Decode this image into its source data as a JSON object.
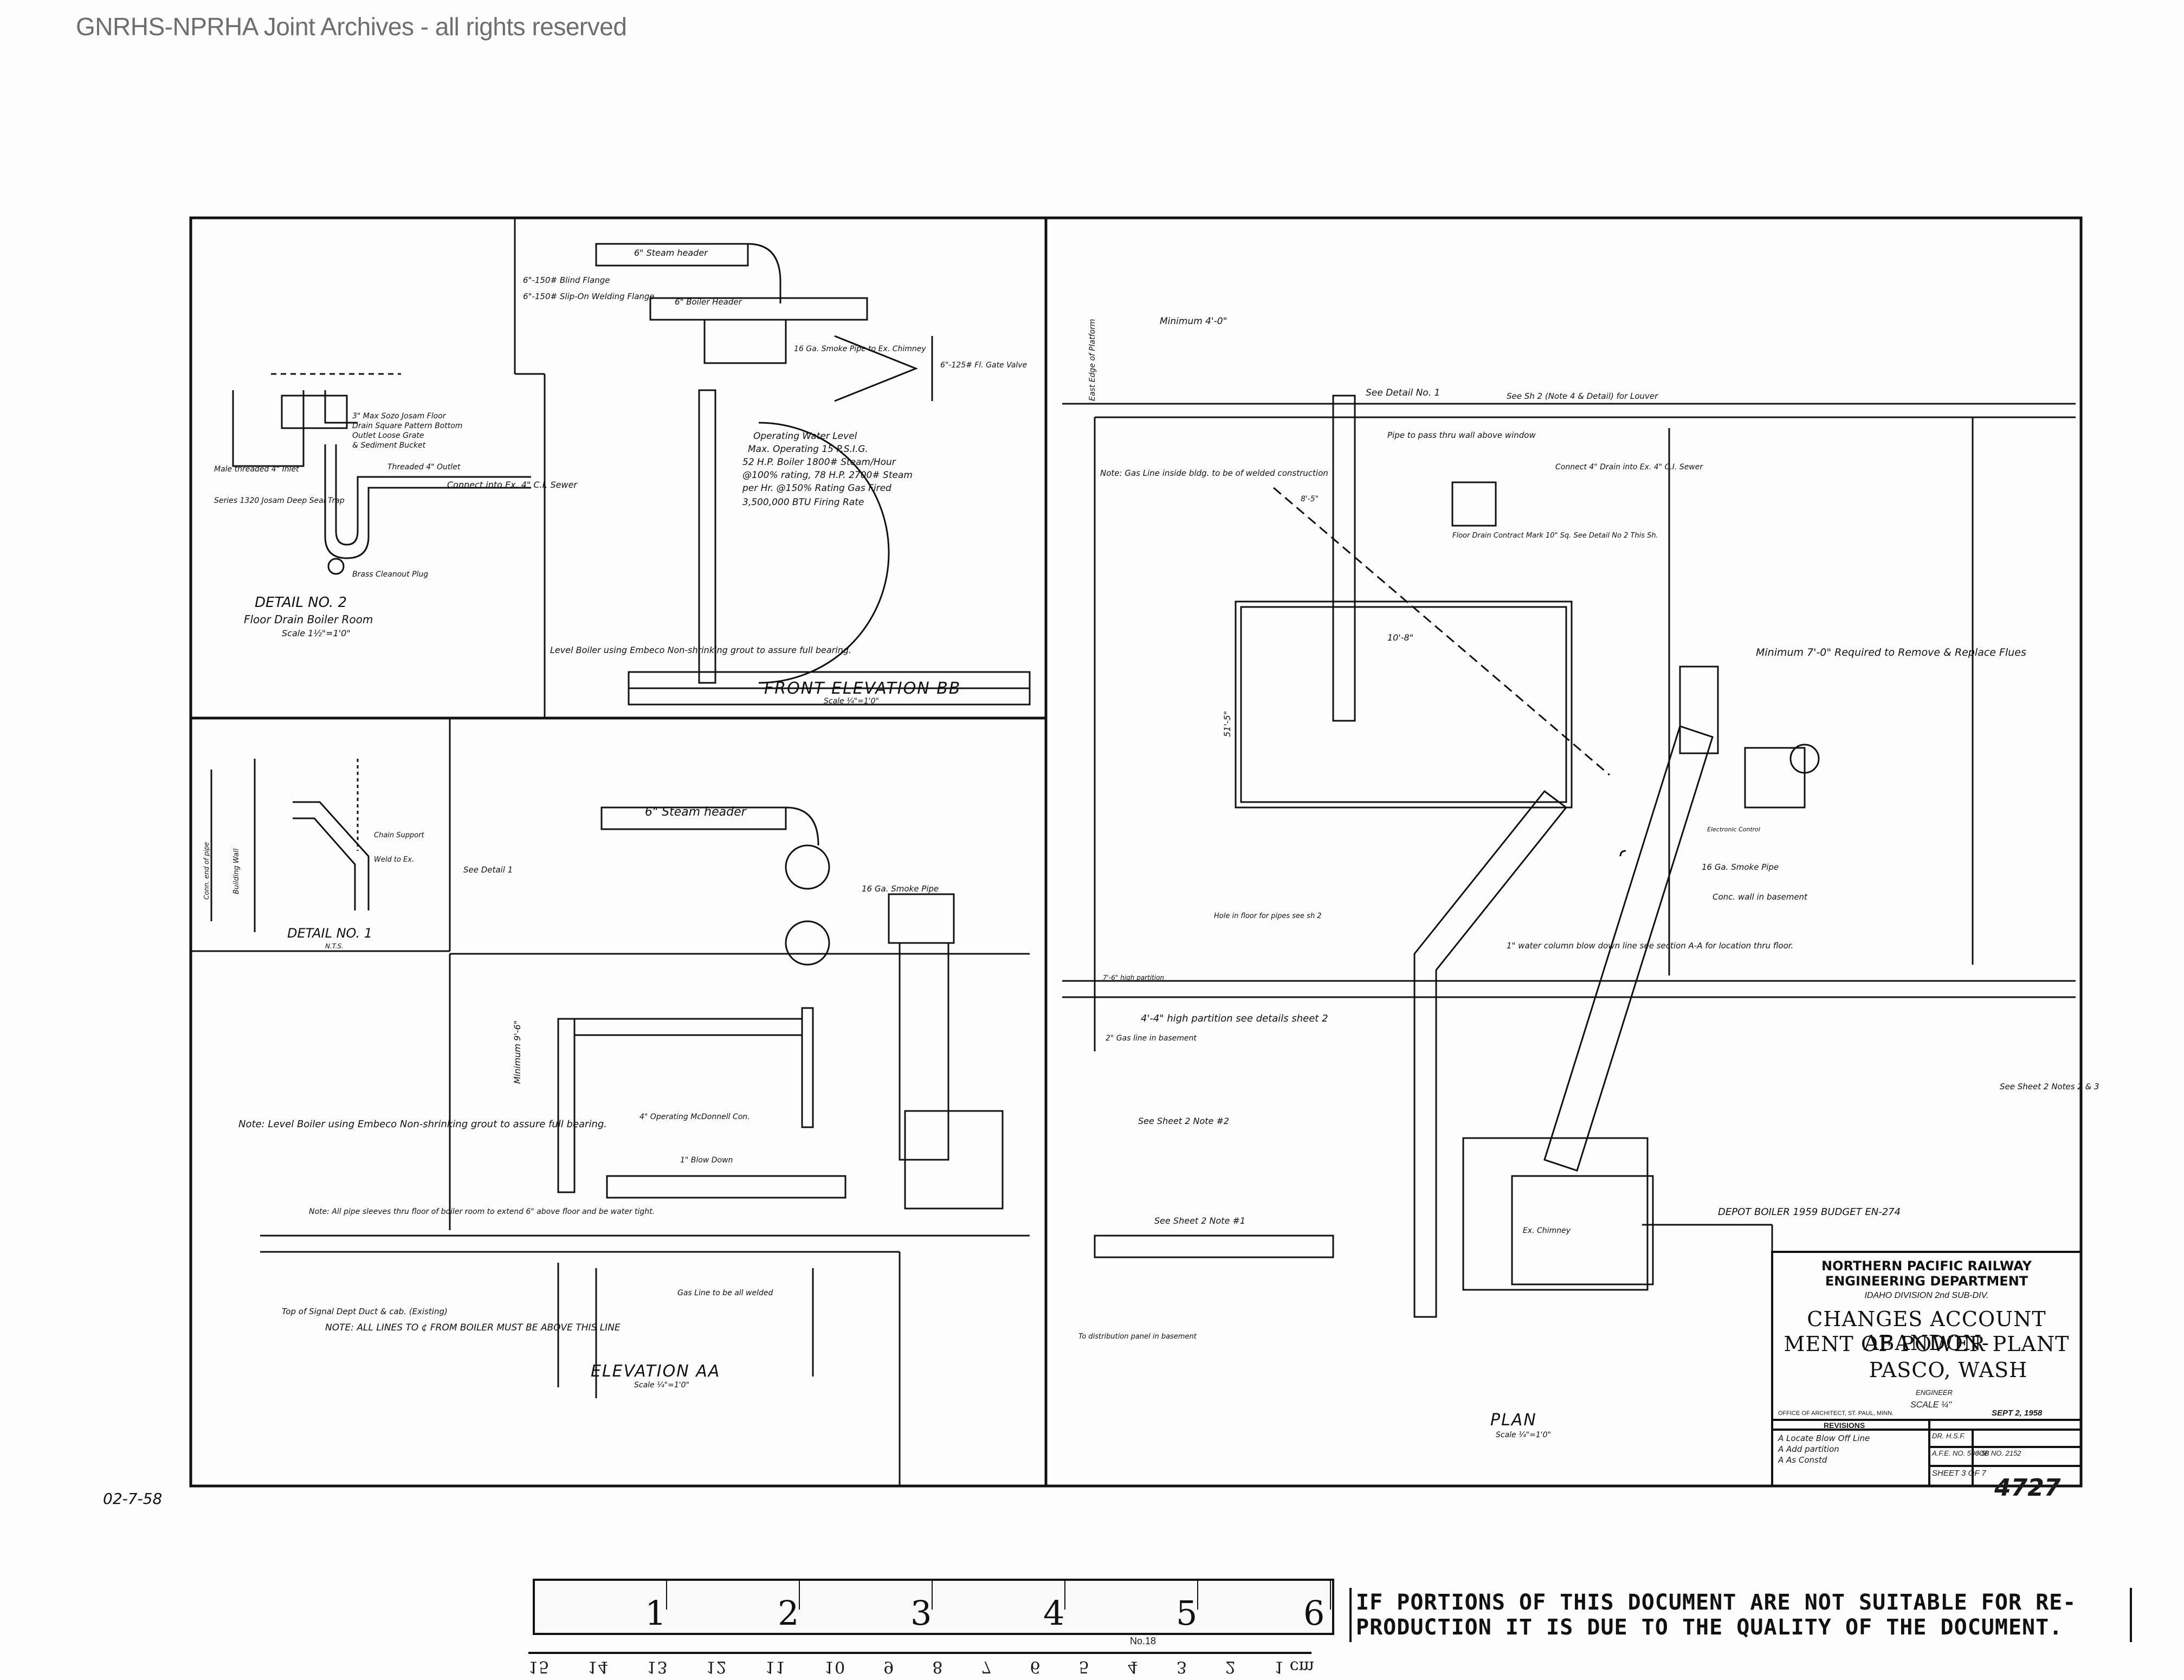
{
  "watermark": "GNRHS-NPRHA Joint Archives - all rights reserved",
  "detail2": {
    "title": "DETAIL NO. 2",
    "subtitle": "Floor Drain Boiler Room",
    "scale": "Scale 1½\"=1'0\"",
    "notes": [
      "3\" Max Sozo Josam Floor",
      "Drain Square Pattern Bottom",
      "Outlet Loose Grate",
      "& Sediment Bucket",
      "Male threaded 4\" Inlet",
      "Series 1320 Josam Deep Seal Trap",
      "Threaded 4\" Outlet",
      "Connect into Ex. 4\" C.I. Sewer",
      "Brass Cleanout Plug"
    ]
  },
  "front_elevation": {
    "title": "FRONT ELEVATION BB",
    "scale": "Scale ¼\"=1'0\"",
    "notes": [
      "6\" Steam header",
      "6\"-150# Blind Flange",
      "6\"-150# Slip-On Welding Flange",
      "6\" Boiler Header",
      "16 Ga. Smoke Pipe to Ex. Chimney",
      "6\"-125# Fl. Gate Valve",
      "Operating Water Level",
      "Max. Operating 15 P.S.I.G.",
      "52 H.P. Boiler 1800# Steam/Hour",
      "@100% rating, 78 H.P. 2700# Steam",
      "per Hr. @150% Rating Gas Fired",
      "3,500,000 BTU Firing Rate",
      "Level Boiler using Embeco Non-shrinking grout to assure full bearing."
    ]
  },
  "detail1": {
    "title": "DETAIL NO. 1",
    "scale": "N.T.S.",
    "notes": [
      "Chain Support",
      "Weld to Ex.",
      "Building Wall",
      "Conn. end of pipe"
    ]
  },
  "elevation_aa": {
    "title": "ELEVATION AA",
    "scale": "Scale ¼\"=1'0\"",
    "notes": [
      "6\" Steam header",
      "16 Ga. Smoke Pipe",
      "See Detail 1",
      "Minimum 9'-6\"",
      "1\" Blow Down",
      "4\" Operating McDonnell Con.",
      "Note: Level Boiler using Embeco Non-shrinking grout to assure full bearing.",
      "Note: All pipe sleeves thru floor of boiler room to extend 6\" above floor and be water tight.",
      "Top of Signal Dept Duct & cab. (Existing)",
      "NOTE: ALL LINES TO ¢ FROM BOILER MUST BE ABOVE THIS LINE",
      "Gas Line to be all welded"
    ]
  },
  "plan": {
    "title": "PLAN",
    "scale": "Scale ¼\"=1'0\"",
    "notes": [
      "East Edge of Platform",
      "Minimum 4'-0\"",
      "See Detail No. 1",
      "See Sh 2 (Note 4 & Detail) for Louver",
      "Pipe to pass thru wall above window",
      "Note: Gas Line inside bldg. to be of welded construction",
      "Connect 4\" Drain into Ex. 4\" C.I. Sewer",
      "Floor Drain Contract Mark 10\" Sq. See Detail No 2 This Sh.",
      "Minimum 7'-0\" Required to Remove & Replace Flues",
      "16 Ga. Smoke Pipe",
      "Conc. wall in basement",
      "Electronic Control",
      "Hole in floor for pipes see sh 2",
      "1\" water column blow down line see section A-A for location thru floor.",
      "7'-6\" high partition",
      "4'-4\" high partition see details sheet 2",
      "2\" Gas line in basement",
      "See Sheet 2 Note #2",
      "See Sheet 2 Note #1",
      "See Sheet 2 Notes 2 & 3",
      "Ex. Chimney",
      "To distribution panel in basement",
      "10'-8\"",
      "51'-5\"",
      "8'-5\""
    ]
  },
  "title_block": {
    "depot_note": "DEPOT BOILER 1959 BUDGET EN-274",
    "org1": "NORTHERN PACIFIC RAILWAY",
    "org2": "ENGINEERING DEPARTMENT",
    "division": "IDAHO DIVISION 2nd SUB-DIV.",
    "title1": "CHANGES ACCOUNT ABANDON-",
    "title2": "MENT OF POWER PLANT",
    "location": "PASCO, WASH",
    "engineer": "ENGINEER",
    "scale": "SCALE ¼\"",
    "office": "OFFICE OF ARCHITECT, ST. PAUL, MINN.",
    "date": "SEPT 2, 1958",
    "revisions_label": "REVISIONS",
    "revisions": [
      {
        "mark": "A",
        "text": "Locate Blow Off Line"
      },
      {
        "mark": "A",
        "text": "Add partition"
      },
      {
        "mark": "A",
        "text": "As Constd"
      }
    ],
    "drawn": "DR. H.S.F.",
    "afe": "A.F.E. NO. 506-58",
    "job": "JOB NO. 2152",
    "sheet": "SHEET 3 OF 7",
    "archive_no": "4727"
  },
  "margin_code": "02-7-58",
  "ruler": {
    "inches": [
      "1",
      "2",
      "3",
      "4",
      "5",
      "6"
    ],
    "maker": "No.18",
    "cm_labels": [
      "1 cm",
      "2",
      "3",
      "4",
      "5",
      "6",
      "7",
      "8",
      "9",
      "10",
      "11",
      "12",
      "13",
      "14",
      "15"
    ]
  },
  "notice": [
    "IF PORTIONS OF THIS DOCUMENT ARE NOT SUITABLE FOR RE-",
    "PRODUCTION IT IS DUE TO THE QUALITY OF THE DOCUMENT."
  ]
}
